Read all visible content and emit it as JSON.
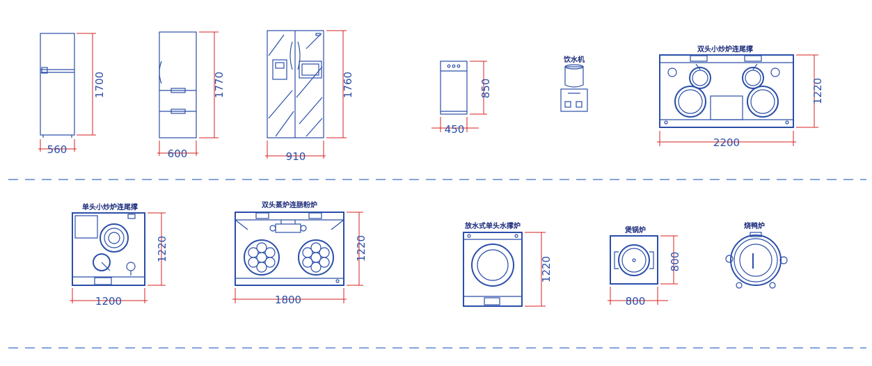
{
  "colors": {
    "line": "#2a4ea8",
    "dimension": "#d42020",
    "separator": "#3a6ec8"
  },
  "items": [
    {
      "key": "fridge-a",
      "width": "560",
      "height": "1700"
    },
    {
      "key": "fridge-b",
      "width": "600",
      "height": "1770"
    },
    {
      "key": "fridge-c",
      "width": "910",
      "height": "1760"
    },
    {
      "key": "cabinet",
      "width": "450",
      "height": "850"
    },
    {
      "key": "water-dispenser",
      "title": "饮水机"
    },
    {
      "key": "double-stove",
      "title": "双头小炒炉连尾撑",
      "width": "2200",
      "height": "1220"
    },
    {
      "key": "single-stove",
      "title": "单头小炒炉连尾撑",
      "width": "1200",
      "height": "1220"
    },
    {
      "key": "steam-stove",
      "title": "双头蒸炉连肠粉炉",
      "width": "1800",
      "height": "1220"
    },
    {
      "key": "wok-stove",
      "title": "放水式单头水撑炉",
      "height": "1220"
    },
    {
      "key": "stew-stove",
      "title": "煲锅炉",
      "width": "800",
      "height": "800"
    },
    {
      "key": "roast-stove",
      "title": "烧鸭炉"
    }
  ]
}
